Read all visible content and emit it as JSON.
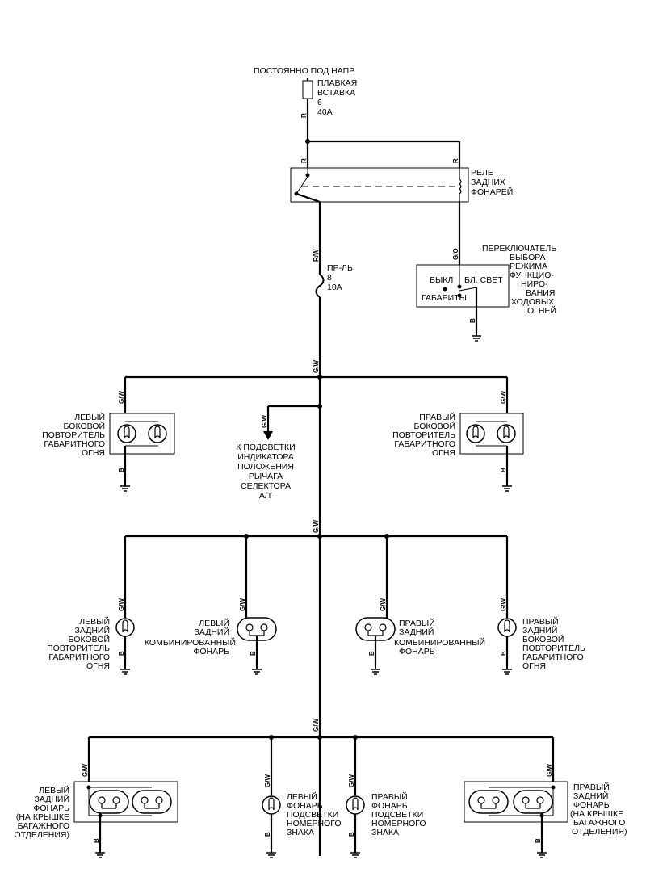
{
  "diagram": {
    "supply": {
      "label": "ПОСТОЯННО ПОД НАПР.",
      "fuse_lines": [
        "ПЛАВКАЯ",
        "ВСТАВКА",
        "6",
        "40A"
      ]
    },
    "relay": {
      "lines": [
        "РЕЛЕ",
        "ЗАДНИХ",
        "ФОНАРЕЙ"
      ]
    },
    "fuse2": {
      "lines": [
        "ПР-ЛЬ",
        "8",
        "10A"
      ]
    },
    "switch": {
      "lines": [
        "ПЕРЕКЛЮЧАТЕЛЬ",
        "ВЫБОРА",
        "РЕЖИМА",
        "ФУНКЦИО-",
        "НИРО-",
        "ВАНИЯ",
        "ХОДОВЫХ",
        "ОГНЕЙ"
      ],
      "off": "ВЫКЛ",
      "dim": "БЛ. СВЕТ",
      "parking": "ГАБАРИТЫ"
    },
    "wires": {
      "R": "R",
      "RW": "R/W",
      "GO": "G/O",
      "GW": "G/W",
      "B": "B"
    },
    "row1": {
      "left": [
        "ЛЕВЫЙ",
        "БОКОВОЙ",
        "ПОВТОРИТЕЛЬ",
        "ГАБАРИТНОГО",
        "ОГНЯ"
      ],
      "center": [
        "К ПОДСВЕТКИ",
        "ИНДИКАТОРА",
        "ПОЛОЖЕНИЯ",
        "РЫЧАГА",
        "СЕЛЕКТОРА",
        "A/T"
      ],
      "right": [
        "ПРАВЫЙ",
        "БОКОВОЙ",
        "ПОВТОРИТЕЛЬ",
        "ГАБАРИТНОГО",
        "ОГНЯ"
      ]
    },
    "row2": {
      "a": [
        "ЛЕВЫЙ",
        "ЗАДНИЙ",
        "БОКОВОЙ",
        "ПОВТОРИТЕЛЬ",
        "ГАБАРИТНОГО",
        "ОГНЯ"
      ],
      "b1": [
        "ЛЕВЫЙ",
        "ЗАДНИЙ"
      ],
      "b2": [
        "КОМБИНИРОВАННЫЙ",
        "ФОНАРЬ"
      ],
      "c": [
        "ПРАВЫЙ",
        "ЗАДНИЙ",
        "КОМБИНИРОВАННЫЙ",
        "ФОНАРЬ"
      ],
      "d": [
        "ПРАВЫЙ",
        "ЗАДНИЙ",
        "БОКОВОЙ",
        "ПОВТОРИТЕЛЬ",
        "ГАБАРИТНОГО",
        "ОГНЯ"
      ]
    },
    "row3": {
      "a": [
        "ЛЕВЫЙ",
        "ЗАДНИЙ",
        "ФОНАРЬ",
        "(НА КРЫШКЕ",
        "БАГАЖНОГО",
        "ОТДЕЛЕНИЯ)"
      ],
      "b": [
        "ЛЕВЫЙ",
        "ФОНАРЬ",
        "ПОДСВЕТКИ",
        "НОМЕРНОГО",
        "ЗНАКА"
      ],
      "c": [
        "ПРАВЫЙ",
        "ФОНАРЬ",
        "ПОДСВЕТКИ",
        "НОМЕРНОГО",
        "ЗНАКА"
      ],
      "d": [
        "ПРАВЫЙ",
        "ЗАДНИЙ",
        "ФОНАРЬ",
        "(НА КРЫШКЕ",
        "БАГАЖНОГО",
        "ОТДЕЛЕНИЯ)"
      ]
    }
  }
}
